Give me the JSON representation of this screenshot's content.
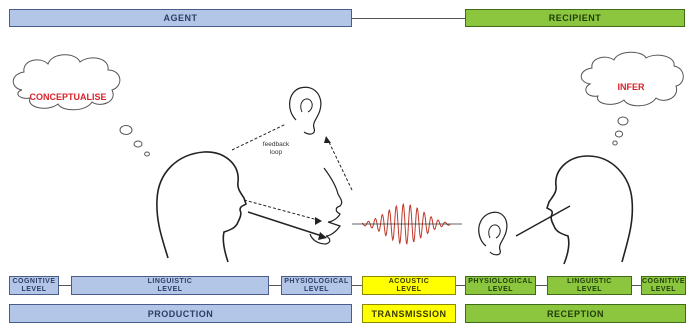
{
  "top_bars": {
    "agent": "AGENT",
    "recipient": "RECIPIENT"
  },
  "clouds": {
    "agent_thought": "CONCEPTUALISE",
    "recipient_thought": "INFER"
  },
  "feedback_label": "feedback\nloop",
  "levels": {
    "cognitive_left": "COGNITIVE\nLEVEL",
    "linguistic_left": "LINGUISTIC\nLEVEL",
    "physiological_left": "PHYSIOLOGICAL\nLEVEL",
    "acoustic": "ACOUSTIC\nLEVEL",
    "physiological_right": "PHYSIOLOGICAL\nLEVEL",
    "linguistic_right": "LINGUISTIC\nLEVEL",
    "cognitive_right": "COGNITIVE\nLEVEL"
  },
  "bottom_bars": {
    "production": "PRODUCTION",
    "transmission": "TRANSMISSION",
    "reception": "RECEPTION"
  },
  "colors": {
    "agent_blue": "#b4c6e7",
    "recipient_green": "#8cc63f",
    "transmission_yellow": "#ffff00",
    "thought_red": "#d8232a",
    "wave_red": "#c0392b"
  }
}
